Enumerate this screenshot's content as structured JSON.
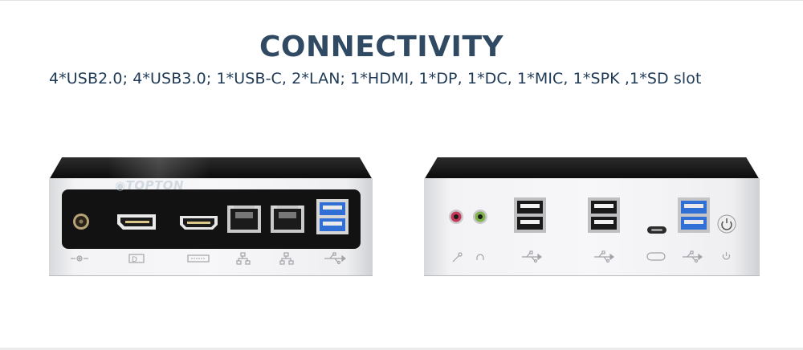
{
  "heading": "CONNECTIVITY",
  "spec_line": "4*USB2.0; 4*USB3.0; 1*USB-C, 2*LAN; 1*HDMI, 1*DP, 1*DC, 1*MIC, 1*SPK ,1*SD slot",
  "front_view": {
    "brand": "TOPTON",
    "ports": [
      "dc-power",
      "displayport",
      "hdmi",
      "lan-1",
      "lan-2",
      "usb3-stack"
    ],
    "icons": [
      "dc-icon",
      "displayport-icon",
      "hdmi-icon",
      "lan-icon",
      "lan-icon",
      "usb-icon"
    ]
  },
  "rear_view": {
    "ports": [
      "mic-jack",
      "speaker-jack",
      "usb2-stack-1",
      "usb2-stack-2",
      "usb-c",
      "usb3-stack",
      "power-button"
    ],
    "icons": [
      "mic-icon",
      "headphone-icon",
      "usb-icon",
      "usb-icon",
      "usb-c-icon",
      "usb-icon",
      "power-icon"
    ]
  },
  "colors": {
    "heading": "#2f4a62",
    "text": "#1f3a56",
    "usb3_blue": "#2f6fd6",
    "panel": "#121212"
  }
}
